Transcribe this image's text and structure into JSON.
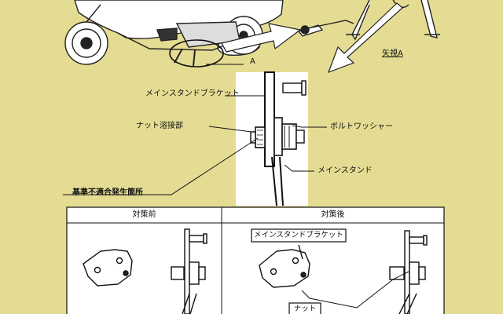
{
  "callouts": {
    "arrow_a": "A",
    "view_a": "矢視A",
    "main_stand_bracket": "メインスタンドブラケット",
    "nut_weld": "ナット溶接部",
    "bolt_washer": "ボルトワッシャー",
    "main_stand": "メインスタンド",
    "nonconforming_location": "基準不適合発生箇所"
  },
  "table": {
    "before": "対策前",
    "after": "対策後",
    "after_bracket_label": "メインスタンドブラケット",
    "after_nut_label": "ナット"
  }
}
